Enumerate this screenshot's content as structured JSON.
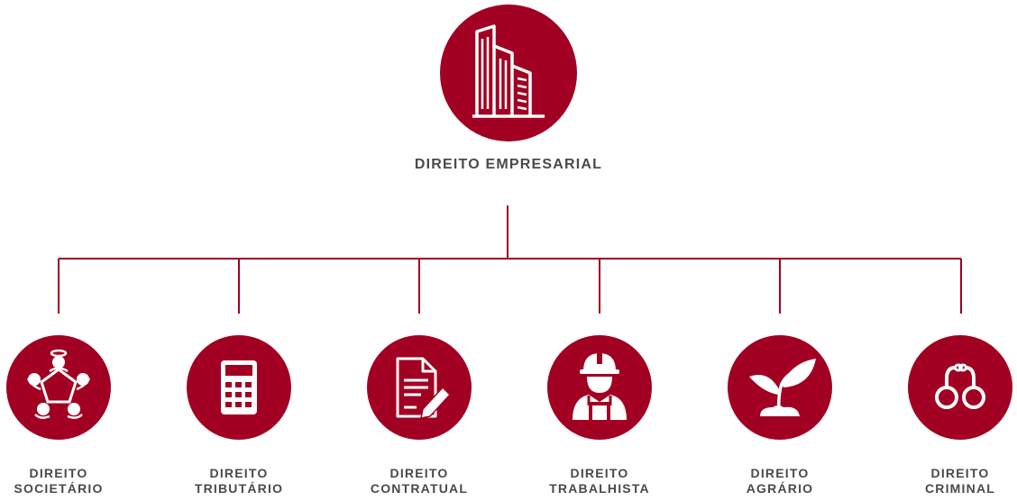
{
  "colors": {
    "accent": "#a10022",
    "connector": "#a10022",
    "label": "#4a4a4a",
    "icon": "#ffffff"
  },
  "root": {
    "label": "DIREITO EMPRESARIAL",
    "icon": "buildings-icon"
  },
  "children": [
    {
      "line1": "DIREITO",
      "line2": "SOCIETÁRIO",
      "icon": "round-table-meeting-icon"
    },
    {
      "line1": "DIREITO",
      "line2": "TRIBUTÁRIO",
      "icon": "calculator-icon"
    },
    {
      "line1": "DIREITO",
      "line2": "CONTRATUAL",
      "icon": "contract-pen-icon"
    },
    {
      "line1": "DIREITO",
      "line2": "TRABALHISTA",
      "icon": "construction-worker-icon"
    },
    {
      "line1": "DIREITO",
      "line2": "AGRÁRIO",
      "icon": "sprout-icon"
    },
    {
      "line1": "DIREITO",
      "line2": "CRIMINAL",
      "icon": "handcuffs-icon"
    }
  ]
}
